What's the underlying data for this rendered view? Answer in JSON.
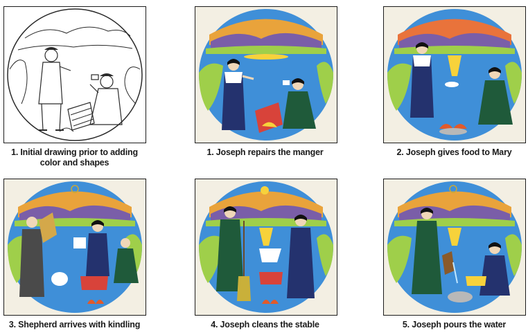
{
  "panels": [
    {
      "caption": "1. Initial drawing prior to adding color and shapes",
      "caption_lines": [
        "1. Initial drawing prior to adding",
        "color and shapes"
      ],
      "style": "sketch"
    },
    {
      "caption": "1. Joseph repairs the manger",
      "style": "color"
    },
    {
      "caption": "2. Joseph gives food to Mary",
      "style": "color"
    },
    {
      "caption": "3. Shepherd arrives with kindling",
      "style": "color"
    },
    {
      "caption": "4. Joseph cleans the stable",
      "style": "color"
    },
    {
      "caption": "5. Joseph pours the water",
      "style": "color"
    }
  ],
  "colors": {
    "sea": "#3f8fd8",
    "sky_top": "#f2cf3a",
    "mountains": "#7a5ea8",
    "land": "#9fcf4a",
    "sun": "#f7d23b",
    "robe_blue": "#24326e",
    "robe_green": "#1f5a3a",
    "manger": "#d8433a",
    "sketch_line": "#2a2a2a"
  }
}
